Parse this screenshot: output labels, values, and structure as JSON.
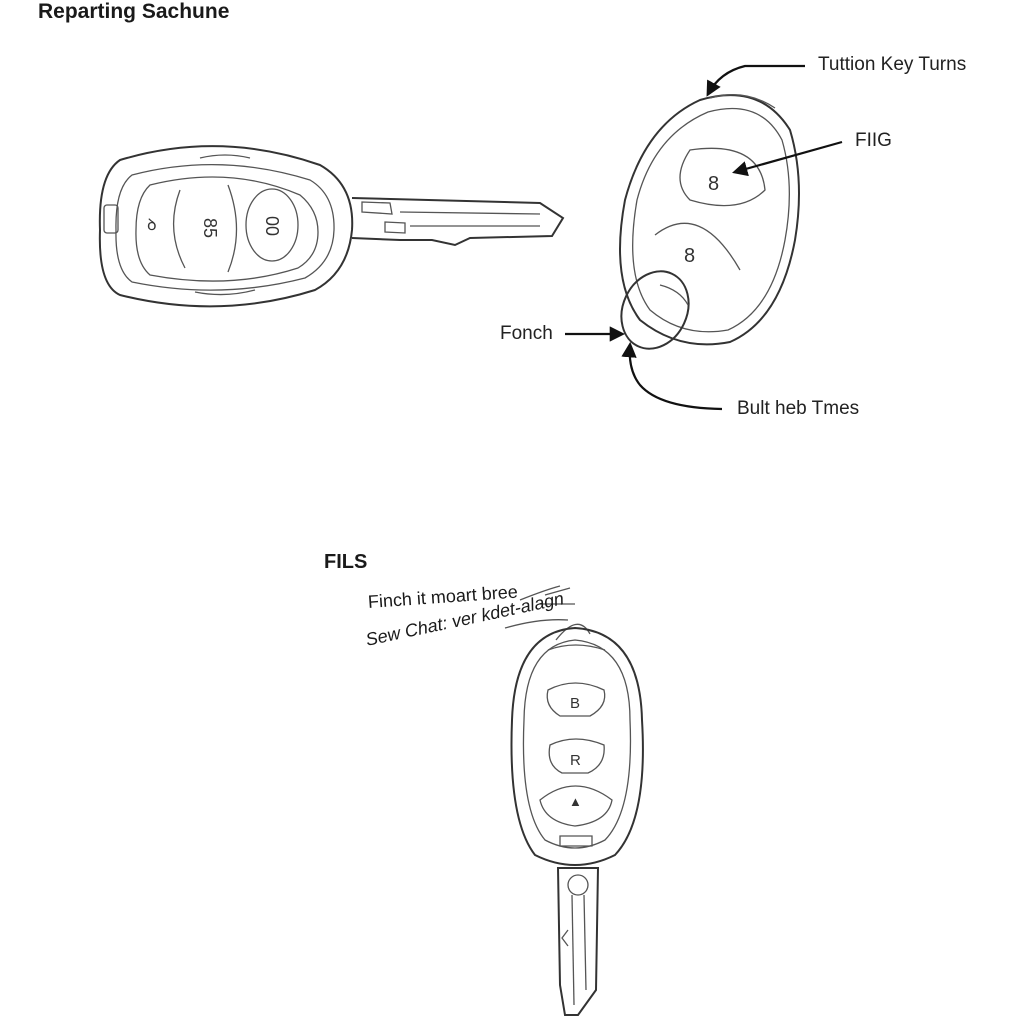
{
  "title": "Reparting Sachune",
  "labels": {
    "top_right": "Tuttion Key Turns",
    "fiig": "FIIG",
    "fonch": "Fonch",
    "bult": "Bult heb Tmes"
  },
  "section": "FILS",
  "notes": {
    "line1": "Finch it moart bree",
    "line2": "Sew Chat: ver kdet-alagn"
  },
  "key1_buttons": {
    "left": "ꝺ",
    "center": "85",
    "right": "00"
  },
  "key2_buttons": {
    "top": "8",
    "bottom": "8"
  },
  "key3_buttons": {
    "top": "B",
    "middle": "R",
    "bottom": "▲"
  }
}
